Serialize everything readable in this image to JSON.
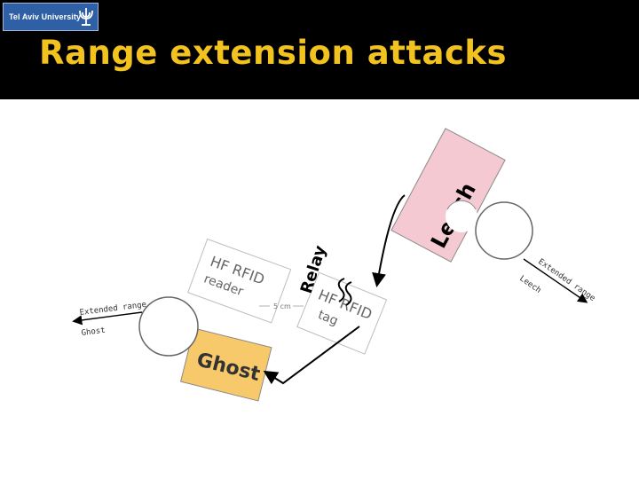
{
  "header": {
    "logo_text": "Tel Aviv University",
    "title": "Range extension attacks"
  },
  "diagram": {
    "leech": "Leech",
    "relay": "Relay",
    "ghost": "Ghost",
    "reader_line1": "HF RFID",
    "reader_line2": "reader",
    "tag_line1": "HF RFID",
    "tag_line2": "tag",
    "dist_label": "5 cm",
    "extended_range_left": "Extended range",
    "ghost_small_left": "Ghost",
    "extended_range_right": "Extended range",
    "leech_small_right": "Leech"
  },
  "colors": {
    "header_bg": "#000000",
    "title": "#f2c21f",
    "leech_fill": "#f5c9d1",
    "ghost_fill": "#f7c96a"
  }
}
